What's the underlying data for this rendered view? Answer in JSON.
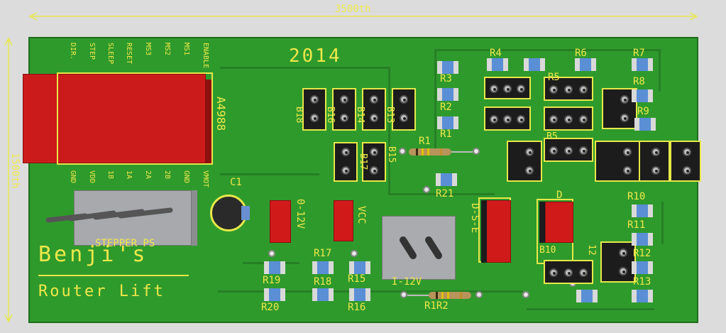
{
  "dimensions": {
    "width_label": "3500th",
    "height_label": "1500th"
  },
  "board": {
    "year": "2014",
    "title_line1": "Benji's",
    "title_line2": "Router Lift",
    "driver_label": "A4988",
    "stepper_label": "STEPPER PS"
  },
  "driver_top_pins": [
    "DIR.",
    "STEP",
    "SLEEP",
    "RESET",
    "MS3",
    "MS2",
    "MS1",
    "ENABLE"
  ],
  "driver_bottom_pins": [
    "GND",
    "VDD",
    "1B",
    "1A",
    "2A",
    "2B",
    "GND",
    "VMOT"
  ],
  "components": {
    "capacitor": "C1",
    "relay_left_label": "0-12V",
    "relay_mid_label": "VCC",
    "regulator_label": "I-12V",
    "transistor_label": "D-S-E",
    "relay_right_label": "D",
    "resistors": {
      "R1": "R1",
      "R2": "R2",
      "R3": "R3",
      "R4": "R4",
      "R5": "R5",
      "R6": "R6",
      "R7": "R7",
      "R8": "R8",
      "R9": "R9",
      "R10": "R10",
      "R11": "R11",
      "R12": "R12",
      "R13": "R13",
      "R15": "R15",
      "R16": "R16",
      "R17": "R17",
      "R18": "R18",
      "R19": "R19",
      "R20": "R20",
      "R21": "R21"
    },
    "headers": {
      "B5": "B5",
      "B10": "B10",
      "B12": "12",
      "B13": "B13",
      "B14": "B14",
      "B15": "B15",
      "B16": "B16",
      "B17": "B17",
      "B18": "B18"
    },
    "through_hole_r1": "R1",
    "through_hole_r2": "R1R2"
  },
  "colors": {
    "board": "#2f9a2c",
    "silkscreen": "#e8e84a",
    "relay": "#d01a1a",
    "header": "#1c1c1c"
  }
}
